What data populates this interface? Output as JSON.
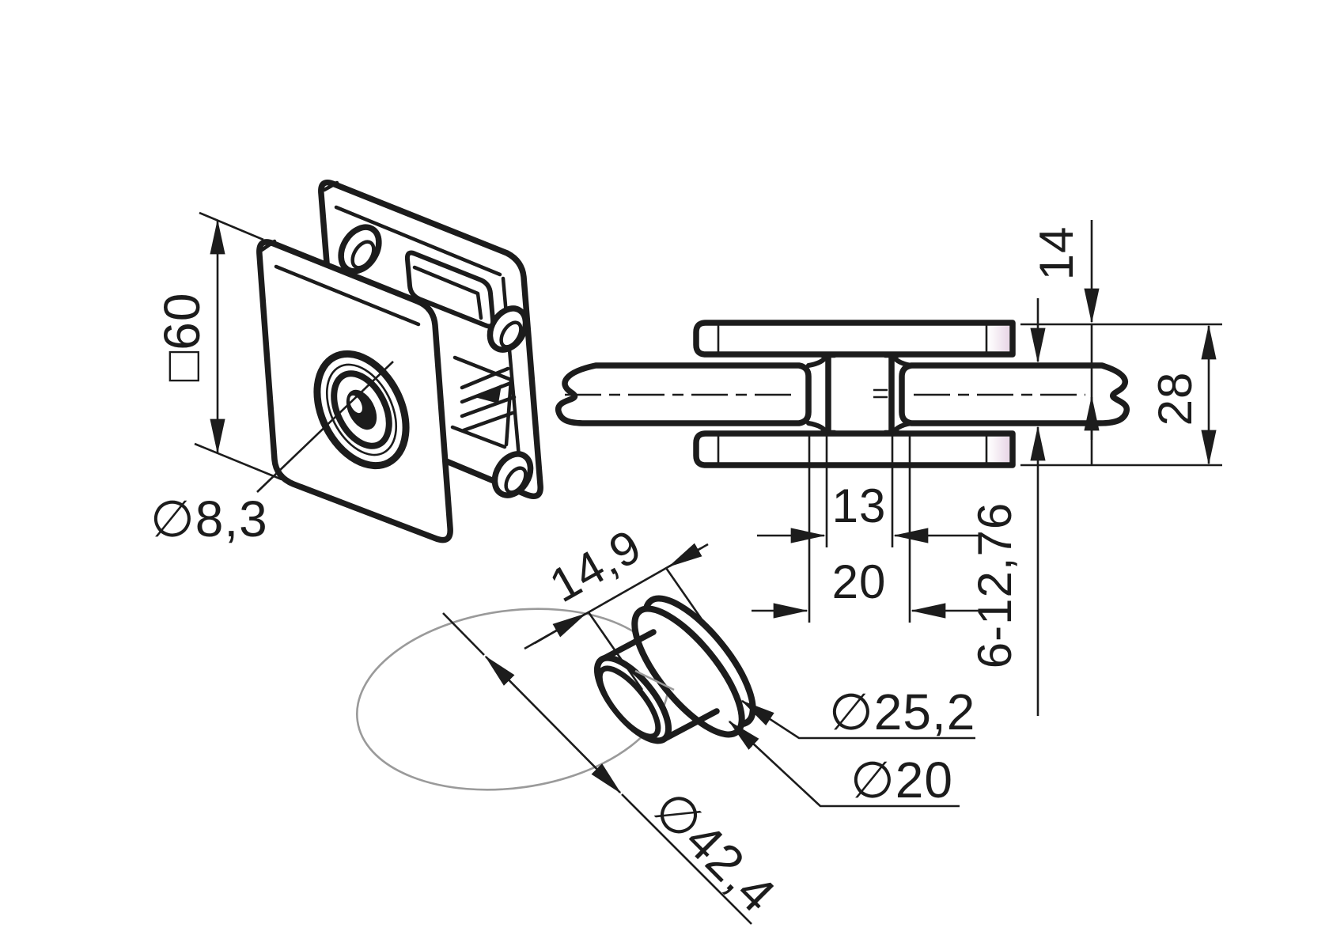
{
  "palette": {
    "line_color": "#1c1c1c",
    "glass_green": "#cde4b9",
    "plate_end_pink": "#e8d6e6",
    "ghost_gray": "#9a9a9a",
    "background": "#ffffff"
  },
  "labels": {
    "iso": {
      "square_size": "□60",
      "hole_diameter": "∅8,3"
    },
    "section": {
      "half_height": "14",
      "total_height": "28",
      "web_width": "13",
      "web_outer_width": "20",
      "glass_thickness_range": "6-12,76"
    },
    "detail": {
      "bushing_inner": "14,9",
      "flange_diameter": "∅25,2",
      "body_diameter": "∅20",
      "tube_diameter": "∅42,4"
    }
  }
}
